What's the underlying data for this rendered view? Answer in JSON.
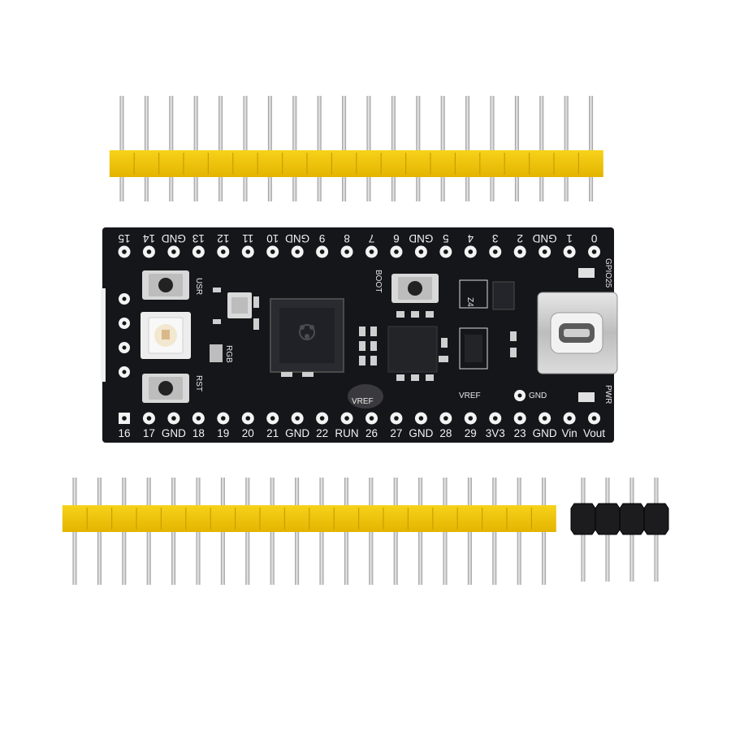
{
  "board": {
    "top_pin_labels": [
      "15",
      "14",
      "GND",
      "13",
      "12",
      "11",
      "10",
      "GND",
      "9",
      "8",
      "7",
      "6",
      "GND",
      "5",
      "4",
      "3",
      "2",
      "GND",
      "1",
      "0"
    ],
    "bottom_pin_labels": [
      "16",
      "17",
      "GND",
      "18",
      "19",
      "20",
      "21",
      "GND",
      "22",
      "RUN",
      "26",
      "27",
      "GND",
      "28",
      "29",
      "3V3",
      "23",
      "GND",
      "Vin",
      "Vout"
    ],
    "silkscreen": {
      "usr": "USR",
      "rst": "RST",
      "rgb": "RGB",
      "boot": "BOOT",
      "vref": "VREF",
      "vref_chip": "VREF",
      "gnd": "GND",
      "gpio25": "GPIO25",
      "pwr": "PWR",
      "chip_mark": "Z4"
    }
  },
  "colors": {
    "pcb": "#15161a",
    "header_plastic_yellow": "#f2c200",
    "header_plastic_black": "#1a1a1a",
    "pin_metal": "#c9c9c9"
  },
  "headers": [
    {
      "name": "top-header",
      "pins": 20,
      "plastic": "yellow"
    },
    {
      "name": "bottom-header",
      "pins": 20,
      "plastic": "yellow"
    },
    {
      "name": "small-header",
      "pins": 4,
      "plastic": "black"
    }
  ]
}
